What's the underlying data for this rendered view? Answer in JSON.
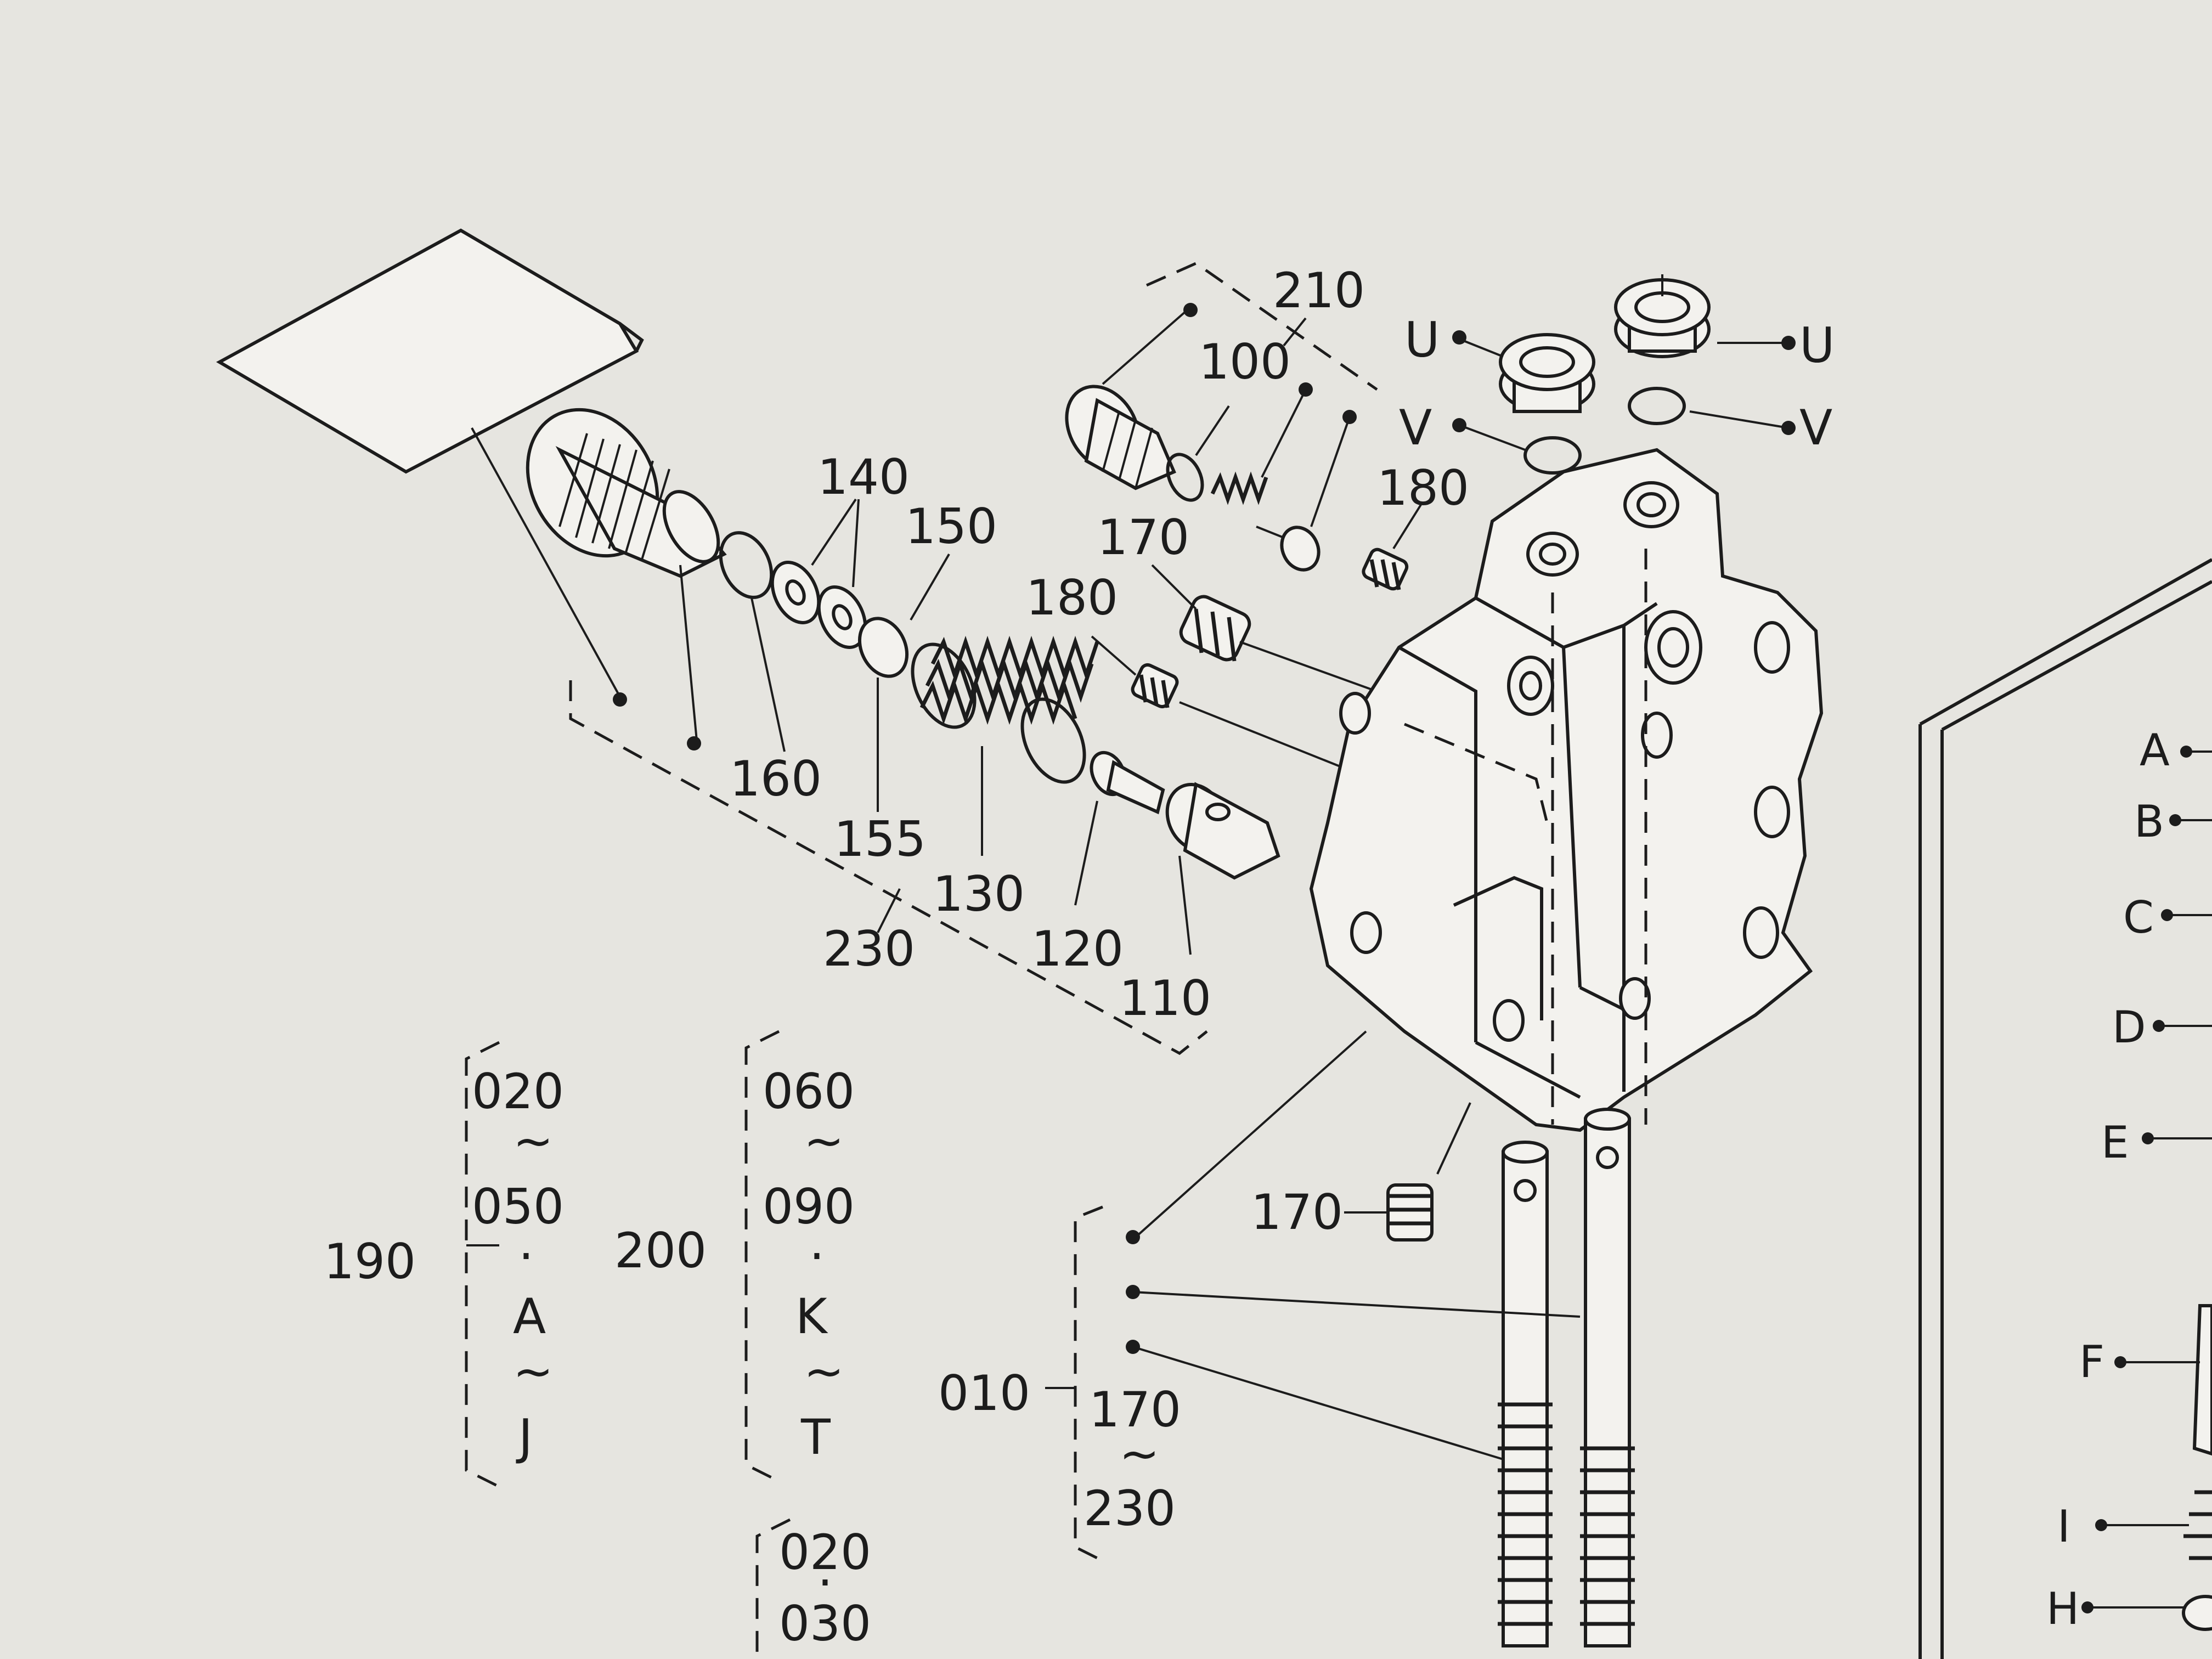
{
  "labels": {
    "l210": "210",
    "l100": "100",
    "l180a": "180",
    "l180b": "180",
    "l170a": "170",
    "l170b": "170",
    "l140": "140",
    "l150": "150",
    "l160": "160",
    "l155": "155",
    "l130": "130",
    "l230": "230",
    "l120": "120",
    "l110": "110",
    "l190": "190",
    "l200": "200",
    "l010": "010",
    "uLeft": "U",
    "uRight": "U",
    "vLeft": "V",
    "vRight": "V"
  },
  "group190": {
    "from": "020",
    "tilde1": "~",
    "to": "050",
    "sep": "·",
    "start": "A",
    "tilde2": "~",
    "end": "J"
  },
  "group200": {
    "from": "060",
    "tilde1": "~",
    "to": "090",
    "sep": "·",
    "start": "K",
    "tilde2": "~",
    "end": "T"
  },
  "group010": {
    "from": "170",
    "tilde": "~",
    "to": "230"
  },
  "group_bottom": {
    "a": "020",
    "sep": "·",
    "b": "030"
  },
  "right_panel_letters": [
    "A",
    "B",
    "C",
    "D",
    "E",
    "F",
    "I",
    "H"
  ]
}
